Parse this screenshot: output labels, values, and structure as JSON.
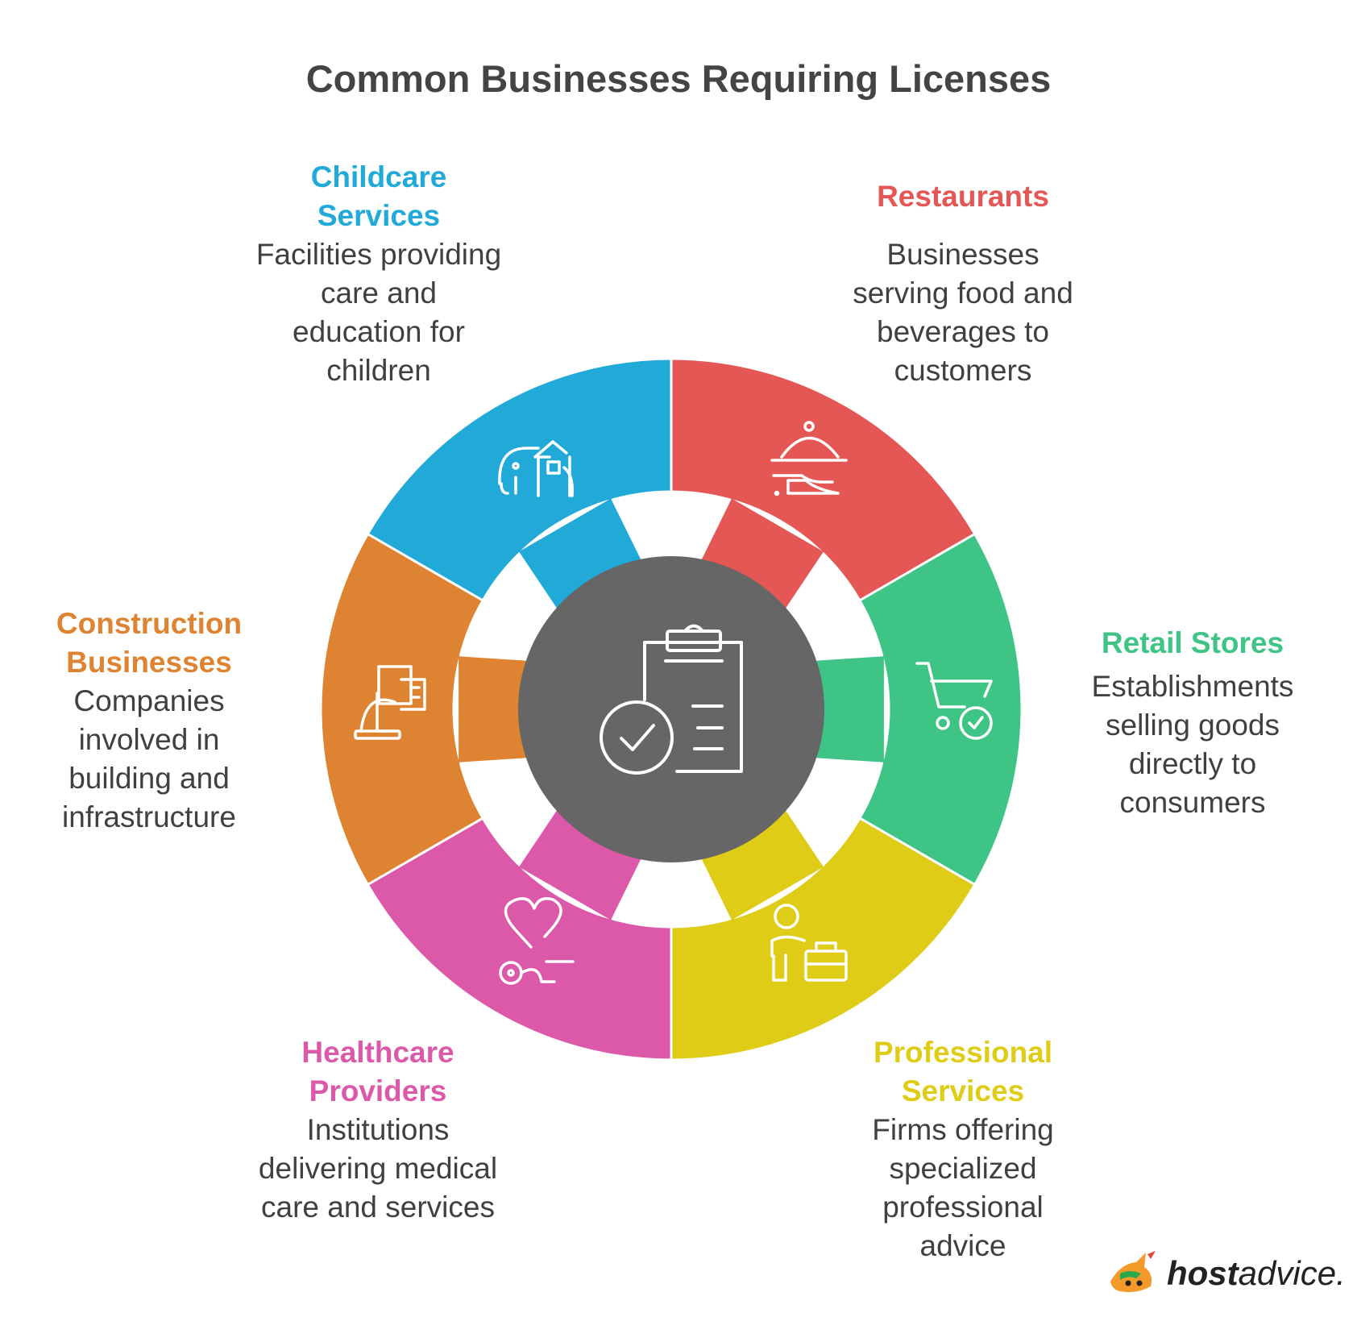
{
  "title": "Common Businesses Requiring Licenses",
  "segments": [
    {
      "key": "childcare",
      "title": "Childcare Services",
      "title_lines": [
        "Childcare",
        "Services"
      ],
      "desc_lines": [
        "Facilities providing",
        "care and",
        "education for",
        "children"
      ],
      "color": "#21a9d8",
      "icon": "elephant-school-icon"
    },
    {
      "key": "restaurants",
      "title": "Restaurants",
      "title_lines": [
        "Restaurants"
      ],
      "desc_lines": [
        "Businesses",
        "serving food and",
        "beverages to",
        "customers"
      ],
      "color": "#e55755",
      "icon": "serving-cloche-icon"
    },
    {
      "key": "retail",
      "title": "Retail Stores",
      "title_lines": [
        "Retail Stores"
      ],
      "desc_lines": [
        "Establishments",
        "selling goods",
        "directly to",
        "consumers"
      ],
      "color": "#3ec585",
      "icon": "shopping-cart-check-icon"
    },
    {
      "key": "professional",
      "title": "Professional Services",
      "title_lines": [
        "Professional",
        "Services"
      ],
      "desc_lines": [
        "Firms offering",
        "specialized",
        "professional",
        "advice"
      ],
      "color": "#dfcc17",
      "icon": "person-briefcase-icon"
    },
    {
      "key": "healthcare",
      "title": "Healthcare Providers",
      "title_lines": [
        "Healthcare",
        "Providers"
      ],
      "desc_lines": [
        "Institutions",
        "delivering medical",
        "care and services"
      ],
      "color": "#dc58a9",
      "icon": "heart-stethoscope-icon"
    },
    {
      "key": "construction",
      "title": "Construction Businesses",
      "title_lines": [
        "Construction",
        "Businesses"
      ],
      "desc_lines": [
        "Companies",
        "involved in",
        "building and",
        "infrastructure"
      ],
      "color": "#de8331",
      "icon": "building-hardhat-icon"
    }
  ],
  "center": {
    "icon": "clipboard-check-icon",
    "color": "#666666"
  },
  "logo": {
    "part1": "host",
    "part2": "advice."
  }
}
